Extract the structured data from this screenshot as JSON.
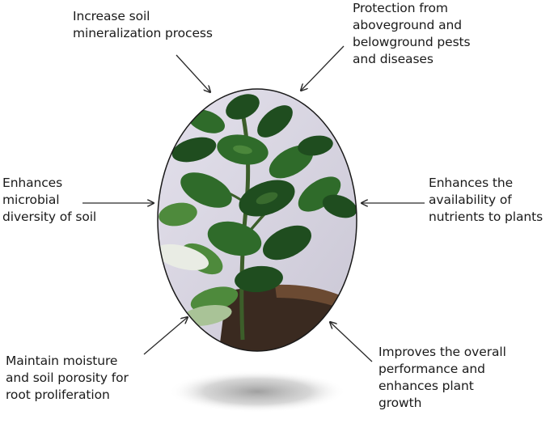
{
  "labels": {
    "top_left": "Increase soil\nmineralization process",
    "top_right": "Protection from\naboveground and\nbelowground pests\nand diseases",
    "mid_left": "Enhances\nmicrobial\ndiversity of soil",
    "mid_right": "Enhances the\navailability of\nnutrients to plants",
    "bottom_left": "Maintain moisture\nand soil porosity for\nroot proliferation",
    "bottom_right": "Improves the overall\nperformance and\nenhances plant\ngrowth"
  },
  "colors": {
    "text": "#1a1a1a",
    "arrow": "#2a2a2a",
    "leaf_dark": "#1f4d1f",
    "leaf_mid": "#2f6b2a",
    "leaf_light": "#4e8a3c",
    "wall": "#d9d7e2",
    "soil": "#3a2a20",
    "shadow": "#9a9a9a"
  },
  "image": {
    "subject": "potted-plant-photo"
  }
}
